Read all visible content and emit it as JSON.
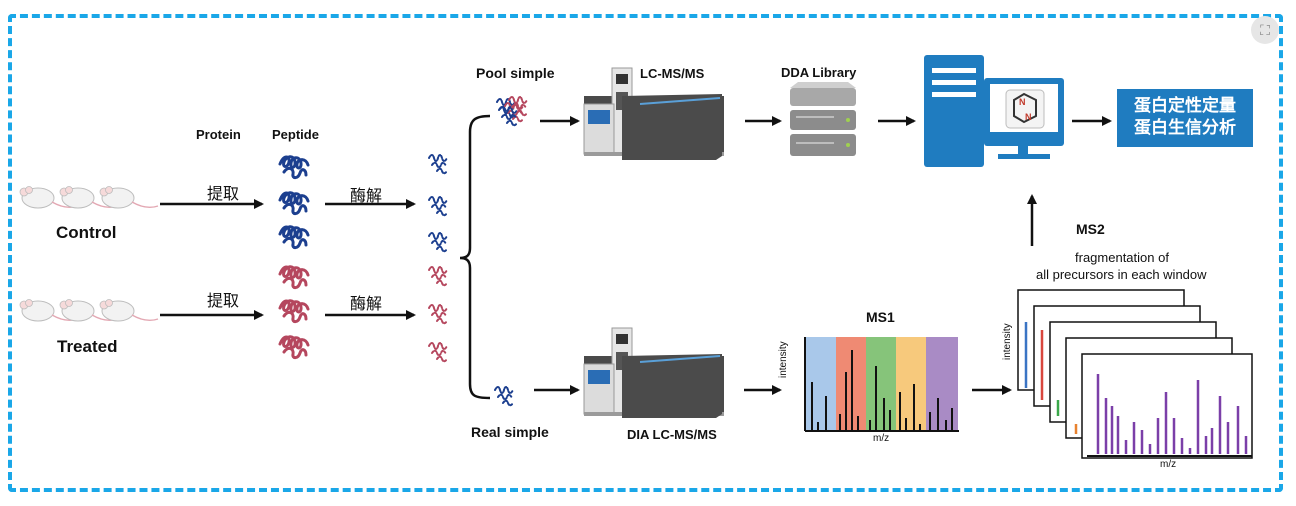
{
  "labels": {
    "protein": "Protein",
    "peptide": "Peptide",
    "control": "Control",
    "treated": "Treated",
    "extract_1": "提取",
    "extract_2": "提取",
    "digest_1": "酶解",
    "digest_2": "酶解",
    "pool_simple": "Pool simple",
    "real_simple": "Real simple",
    "lcmsms": "LC-MS/MS",
    "dia_lcmsms": "DIA LC-MS/MS",
    "dda_library": "DDA Library",
    "ms1": "MS1",
    "ms2": "MS2",
    "fragmentation_line1": "fragmentation of",
    "fragmentation_line2": "all precursors in each window",
    "ms1_ylabel": "intensity",
    "ms1_xlabel": "m/z",
    "ms2_ylabel": "intensity",
    "ms2_xlabel": "m/z",
    "result_line1": "蛋白定性定量",
    "result_line2": "蛋白生信分析"
  },
  "colors": {
    "border": "#1aa7e8",
    "control_peptide": "#1c3f8f",
    "treated_peptide": "#b5475e",
    "computer": "#1f7cc0",
    "ms1_windows": [
      "#a9c8ea",
      "#ef8a73",
      "#86c47a",
      "#f7c97c",
      "#a98bc5"
    ],
    "ms2_peaks": [
      "#3a74c4",
      "#d9473e",
      "#3aa84a",
      "#e8822f",
      "#7b3fa8"
    ]
  },
  "icons": [
    "mouse-icon",
    "protein-icon",
    "peptide-icon",
    "mass-spectrometer-icon",
    "server-icon",
    "computer-icon",
    "software-logo-icon",
    "expand-icon"
  ]
}
